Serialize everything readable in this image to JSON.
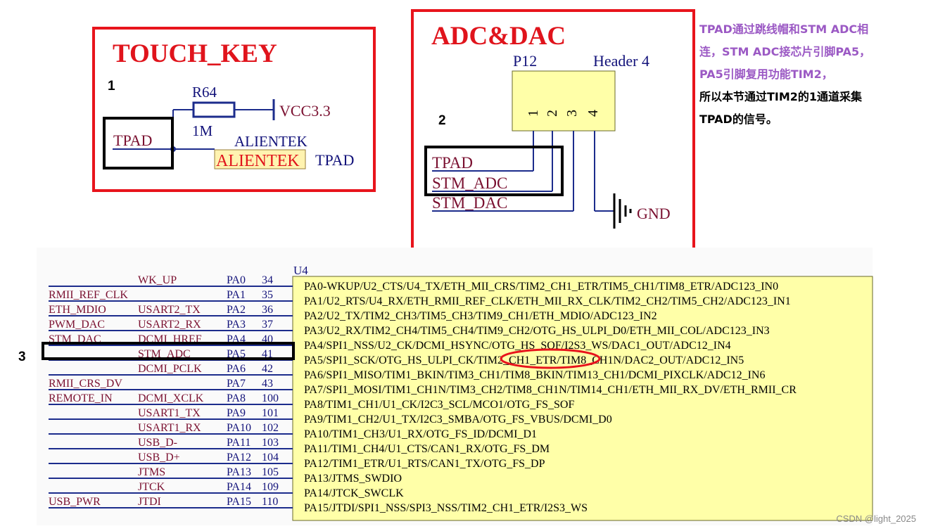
{
  "touch_key": {
    "title": "TOUCH_KEY",
    "step": "1",
    "resistor_ref": "R64",
    "resistor_value": "1M",
    "supply": "VCC3.3",
    "net_label": "TPAD",
    "company": "ALIENTEK",
    "company_box": "ALIENTEK",
    "company_net": "TPAD"
  },
  "adc_dac": {
    "title": "ADC&DAC",
    "step": "2",
    "header_ref": "P12",
    "header_name": "Header 4",
    "pins": [
      "1",
      "2",
      "3",
      "4"
    ],
    "nets": [
      "TPAD",
      "STM_ADC",
      "STM_DAC"
    ],
    "ground": "GND"
  },
  "note": {
    "lines": [
      {
        "text": "TPAD通过跳线帽和STM ADC相",
        "color": "purple"
      },
      {
        "text": "连，STM ADC接芯片引脚PA5，",
        "color": "purple"
      },
      {
        "text": "PA5引脚复用功能TIM2，",
        "color": "purple"
      },
      {
        "text": "所以本节通过TIM2的1通道采集",
        "color": "black"
      },
      {
        "text": "TPAD的信号。",
        "color": "black"
      }
    ]
  },
  "mcu": {
    "ref": "U4",
    "step": "3",
    "rows": [
      {
        "left": "",
        "func": "WK_UP",
        "pin": "PA0",
        "num": "34",
        "desc": "PA0-WKUP/U2_CTS/U4_TX/ETH_MII_CRS/TIM2_CH1_ETR/TIM5_CH1/TIM8_ETR/ADC123_IN0"
      },
      {
        "left": "RMII_REF_CLK",
        "func": "",
        "pin": "PA1",
        "num": "35",
        "desc": "PA1/U2_RTS/U4_RX/ETH_RMII_REF_CLK/ETH_MII_RX_CLK/TIM2_CH2/TIM5_CH2/ADC123_IN1"
      },
      {
        "left": "ETH_MDIO",
        "func": "USART2_TX",
        "pin": "PA2",
        "num": "36",
        "desc": "PA2/U2_TX/TIM2_CH3/TIM5_CH3/TIM9_CH1/ETH_MDIO/ADC123_IN2"
      },
      {
        "left": "PWM_DAC",
        "func": "USART2_RX",
        "pin": "PA3",
        "num": "37",
        "desc": "PA3/U2_RX/TIM2_CH4/TIM5_CH4/TIM9_CH2/OTG_HS_ULPI_D0/ETH_MII_COL/ADC123_IN3"
      },
      {
        "left": "STM_DAC",
        "func": "DCMI_HREF",
        "pin": "PA4",
        "num": "40",
        "desc": "PA4/SPI1_NSS/U2_CK/DCMI_HSYNC/OTG_HS_SOF/I2S3_WS/DAC1_OUT/ADC12_IN4"
      },
      {
        "left": "",
        "func": "STM_ADC",
        "pin": "PA5",
        "num": "41",
        "desc": "PA5/SPI1_SCK/OTG_HS_ULPI_CK/TIM2_CH1_ETR/TIM8_CH1N/DAC2_OUT/ADC12_IN5"
      },
      {
        "left": "",
        "func": "DCMI_PCLK",
        "pin": "PA6",
        "num": "42",
        "desc": "PA6/SPI1_MISO/TIM1_BKIN/TIM3_CH1/TIM8_BKIN/TIM13_CH1/DCMI_PIXCLK/ADC12_IN6"
      },
      {
        "left": "RMII_CRS_DV",
        "func": "",
        "pin": "PA7",
        "num": "43",
        "desc": "PA7/SPI1_MOSI/TIM1_CH1N/TIM3_CH2/TIM8_CH1N/TIM14_CH1/ETH_MII_RX_DV/ETH_RMII_CR"
      },
      {
        "left": "REMOTE_IN",
        "func": "DCMI_XCLK",
        "pin": "PA8",
        "num": "100",
        "desc": "PA8/TIM1_CH1/U1_CK/I2C3_SCL/MCO1/OTG_FS_SOF"
      },
      {
        "left": "",
        "func": "USART1_TX",
        "pin": "PA9",
        "num": "101",
        "desc": "PA9/TIM1_CH2/U1_TX/I2C3_SMBA/OTG_FS_VBUS/DCMI_D0"
      },
      {
        "left": "",
        "func": "USART1_RX",
        "pin": "PA10",
        "num": "102",
        "desc": "PA10/TIM1_CH3/U1_RX/OTG_FS_ID/DCMI_D1"
      },
      {
        "left": "",
        "func": "USB_D-",
        "pin": "PA11",
        "num": "103",
        "desc": "PA11/TIM1_CH4/U1_CTS/CAN1_RX/OTG_FS_DM"
      },
      {
        "left": "",
        "func": "USB_D+",
        "pin": "PA12",
        "num": "104",
        "desc": "PA12/TIM1_ETR/U1_RTS/CAN1_TX/OTG_FS_DP"
      },
      {
        "left": "",
        "func": "JTMS",
        "pin": "PA13",
        "num": "105",
        "desc": "PA13/JTMS_SWDIO"
      },
      {
        "left": "",
        "func": "JTCK",
        "pin": "PA14",
        "num": "109",
        "desc": "PA14/JTCK_SWCLK"
      },
      {
        "left": "USB_PWR",
        "func": "JTDI",
        "pin": "PA15",
        "num": "110",
        "desc": "PA15/JTDI/SPI1_NSS/SPI3_NSS/TIM2_CH1_ETR/I2S3_WS"
      }
    ]
  },
  "watermark": "CSDN @light_2025",
  "colors": {
    "frame_red": "#e8141c",
    "title_red": "#e0141c",
    "wire_blue": "#1c2c8c",
    "text_navy": "#12127a",
    "label_maroon": "#7a1030",
    "chip_fill": "#ffffa8",
    "net_box_fill": "#fff3b0",
    "note_purple": "#9b59c4"
  }
}
